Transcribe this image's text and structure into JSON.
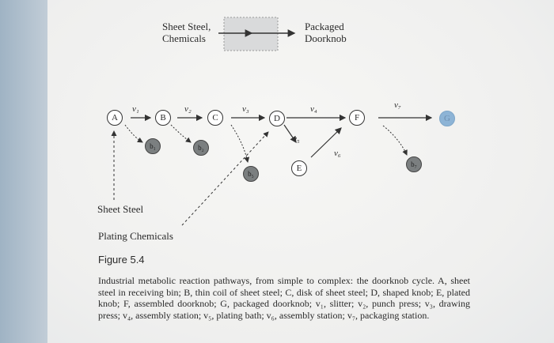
{
  "legend": {
    "input_label": "Sheet Steel,\nChemicals",
    "output_label": "Packaged\nDoorknob"
  },
  "nodes": {
    "A": "A",
    "B": "B",
    "C": "C",
    "D": "D",
    "E": "E",
    "F": "F",
    "G": "G"
  },
  "bins": {
    "b1": "b₁",
    "b2": "b₂",
    "b5": "b₅",
    "b7": "b₇"
  },
  "flows": {
    "v1": "v₁",
    "v2": "v₂",
    "v3": "v₃",
    "v4": "v₄",
    "v5": "v₅",
    "v6": "v₆",
    "v7": "v₇"
  },
  "inputs": {
    "sheet_steel": "Sheet Steel",
    "plating_chemicals": "Plating Chemicals"
  },
  "figure": {
    "title": "Figure 5.4",
    "caption": "Industrial metabolic reaction pathways, from simple to complex: the doorknob cycle. A, sheet steel in receiving bin; B, thin coil of sheet steel; C, disk of sheet steel; D, shaped knob; E, plated knob; F, assembled doorknob; G, packaged doorknob; v₁, slitter; v₂, punch press; v₃, drawing press; v₄, assembly station; v₅, plating bath; v₆, assembly station; v₇, packaging station."
  }
}
